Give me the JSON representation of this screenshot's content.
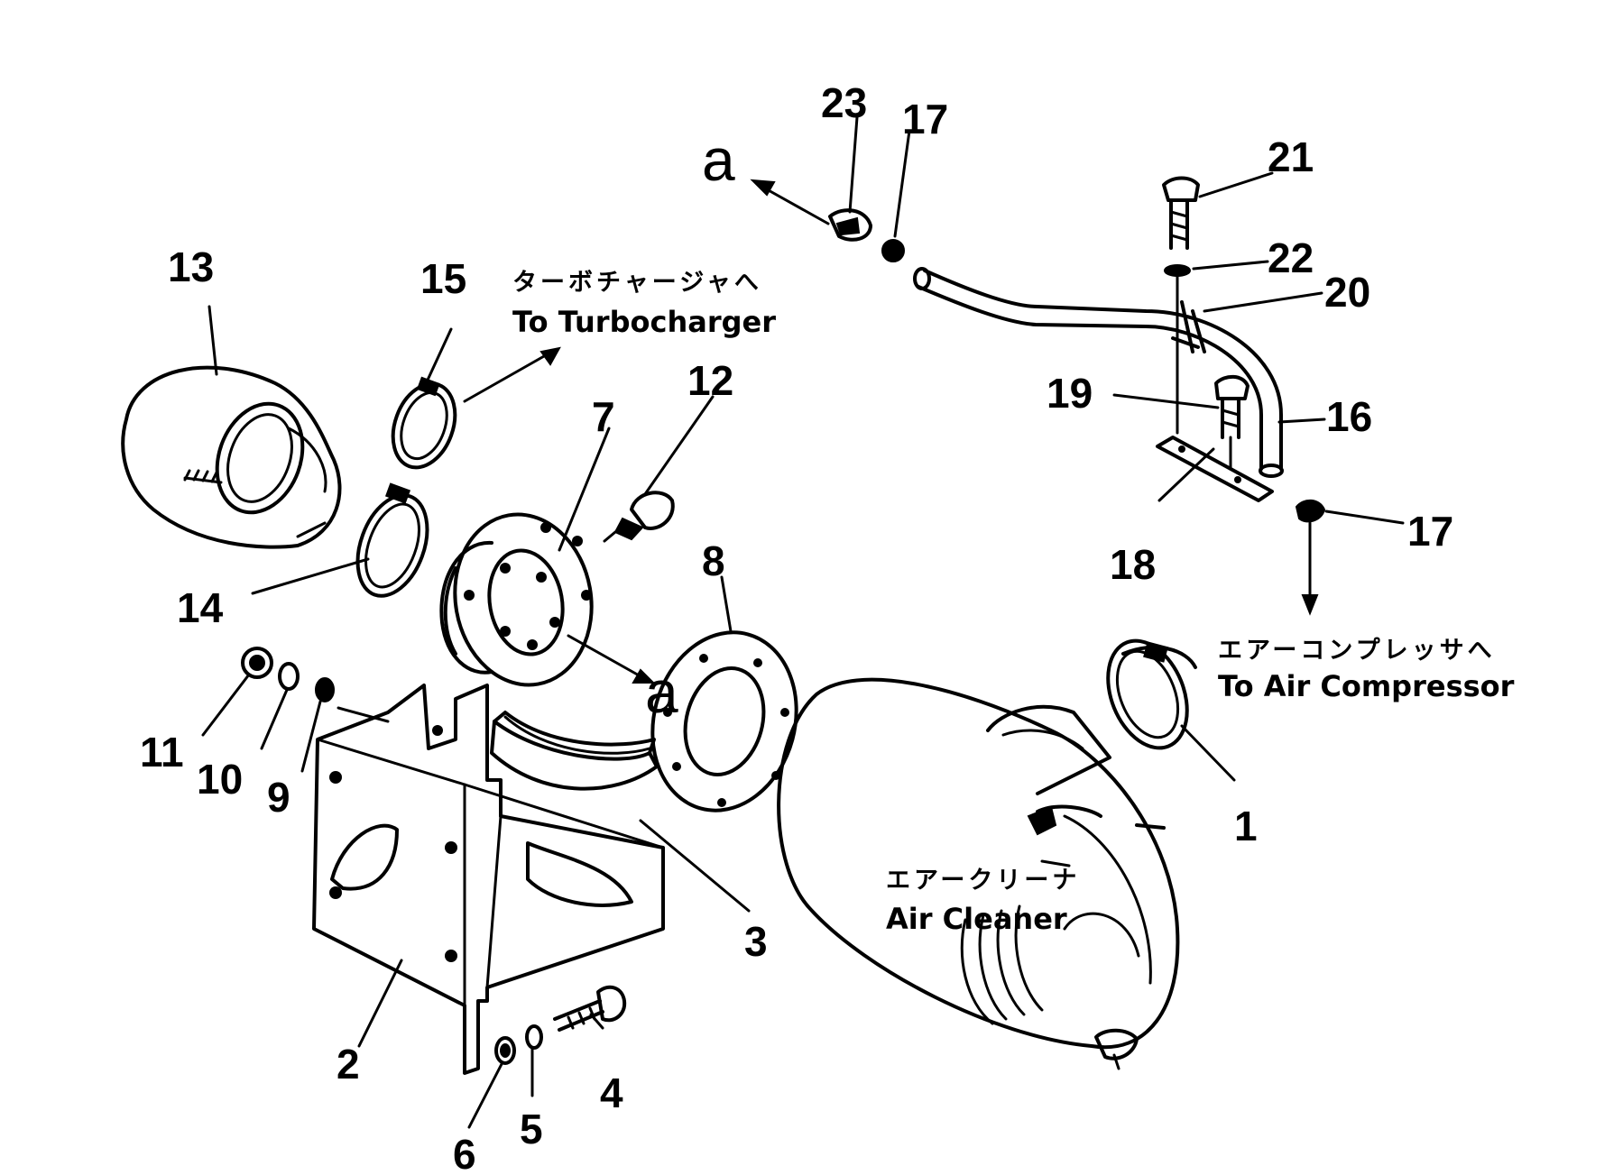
{
  "part_numbers": {
    "p1": "1",
    "p2": "2",
    "p3": "3",
    "p4": "4",
    "p5": "5",
    "p6": "6",
    "p7": "7",
    "p8": "8",
    "p9": "9",
    "p10": "10",
    "p11": "11",
    "p12": "12",
    "p13": "13",
    "p14": "14",
    "p15": "15",
    "p16": "16",
    "p17a": "17",
    "p17b": "17",
    "p18": "18",
    "p19": "19",
    "p20": "20",
    "p21": "21",
    "p22": "22",
    "p23": "23"
  },
  "reference_marks": {
    "a1": "a",
    "a2": "a"
  },
  "callouts": {
    "turbo_jp": "ターボチャージャへ",
    "turbo_en": "To Turbocharger",
    "compressor_jp": "エアーコンプレッサへ",
    "compressor_en": "To Air Compressor",
    "cleaner_jp": "エアークリーナ",
    "cleaner_en": "Air Cleaner"
  }
}
